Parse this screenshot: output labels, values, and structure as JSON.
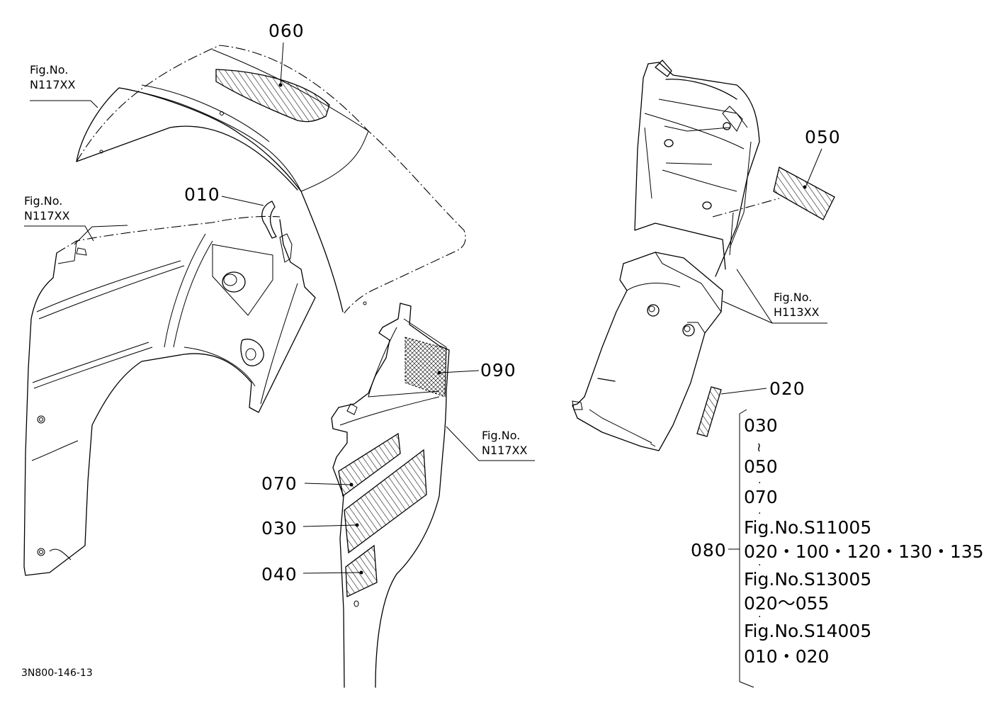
{
  "callouts": {
    "p060": "060",
    "p010": "010",
    "p050": "050",
    "p090": "090",
    "p020": "020",
    "p070": "070",
    "p030": "030",
    "p040": "040",
    "p080": "080"
  },
  "fig_refs": {
    "top_left": [
      "Fig.No.",
      "N117XX"
    ],
    "mid_left": [
      "Fig.No.",
      "N117XX"
    ],
    "center": [
      "Fig.No.",
      "N117XX"
    ],
    "right": [
      "Fig.No.",
      "H113XX"
    ]
  },
  "legend_080": [
    "030",
    "≀",
    "050",
    "·",
    "070",
    "·",
    "Fig.No.S11005",
    "020・100・120・130・135",
    "·",
    "Fig.No.S13005",
    "020～055",
    "·",
    "Fig.No.S14005",
    "010・020"
  ],
  "drawing_ref": "3N800-146-13"
}
